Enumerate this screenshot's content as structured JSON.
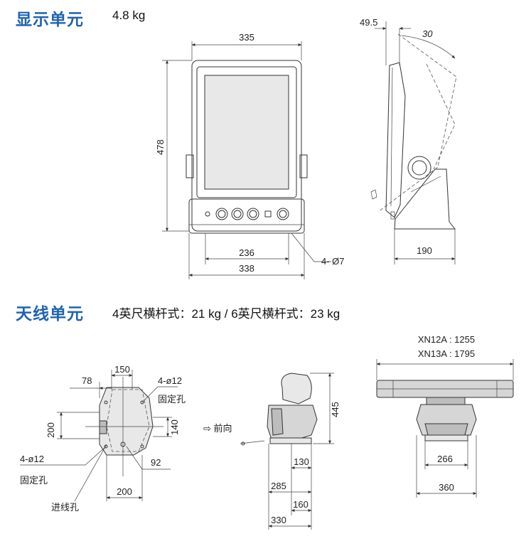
{
  "display_unit": {
    "title": "显示单元",
    "weight": "4.8 kg",
    "front": {
      "width_top": "335",
      "height": "478",
      "base_inner": "236",
      "base_outer": "338",
      "holes": "4- Ø7"
    },
    "side": {
      "offset": "49.5",
      "angle": "30",
      "depth": "190"
    }
  },
  "antenna_unit": {
    "title": "天线单元",
    "weight": "4英尺横杆式：21 kg / 6英尺横杆式：23 kg",
    "top": {
      "w78": "78",
      "w150": "150",
      "holes_a": "4-ø12",
      "fix_a": "固定孔",
      "h200": "200",
      "h140": "140",
      "holes_b": "4-ø12",
      "fix_b": "固定孔",
      "d92": "92",
      "w200": "200",
      "cable": "进线孔"
    },
    "side": {
      "forward": "⇨ 前向",
      "h445": "445",
      "d130": "130",
      "d285": "285",
      "d160": "160",
      "d330": "330"
    },
    "front": {
      "xn12a": "XN12A : 1255",
      "xn13a": "XN13A : 1795",
      "w266": "266",
      "w360": "360"
    }
  }
}
